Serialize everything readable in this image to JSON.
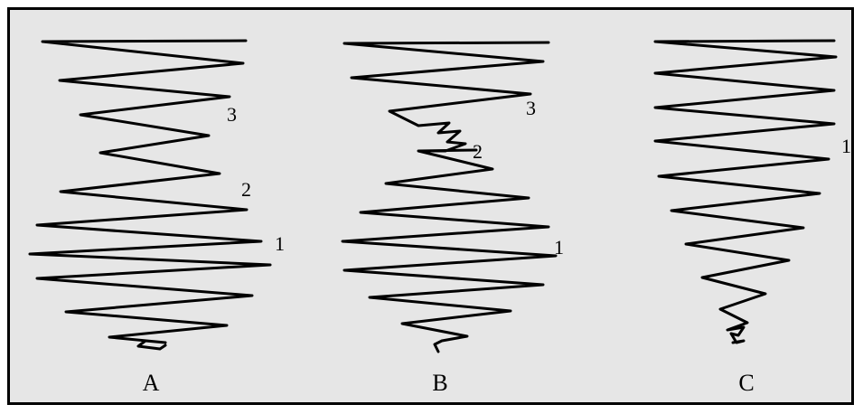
{
  "panels": [
    {
      "id": "A",
      "letter": "A",
      "markers": [
        "3",
        "2",
        "1"
      ]
    },
    {
      "id": "B",
      "letter": "B",
      "markers": [
        "3",
        "2",
        "1"
      ]
    },
    {
      "id": "C",
      "letter": "C",
      "markers": [
        "1"
      ]
    }
  ]
}
